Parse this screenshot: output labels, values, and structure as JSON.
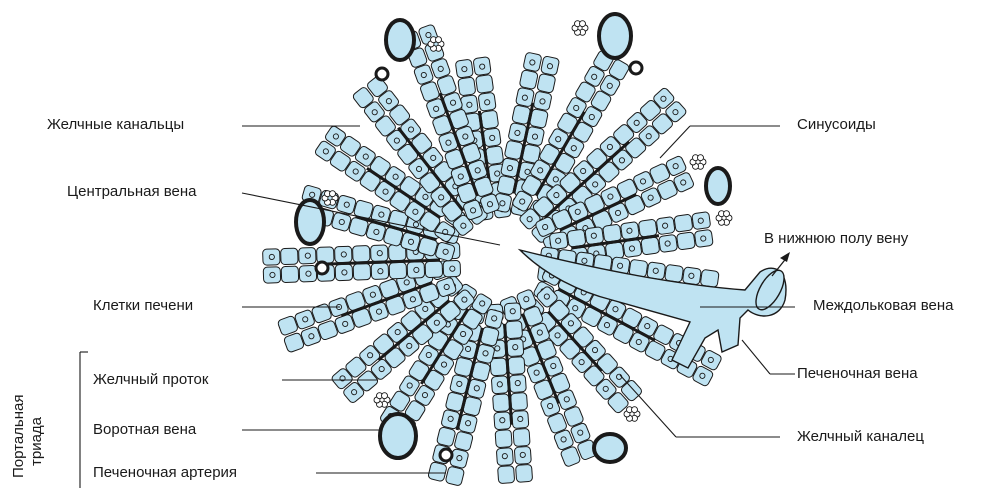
{
  "labels_left": {
    "bile_canaliculi": "Желчные канальцы",
    "central_vein": "Центральная вена",
    "liver_cells": "Клетки печени",
    "bile_duct": "Желчный проток",
    "portal_vein": "Воротная вена",
    "hepatic_artery": "Печеночная артерия"
  },
  "labels_right": {
    "sinusoids": "Синусоиды",
    "to_ivc": "В нижнюю полу вену",
    "interlobular_vein": "Междольковая вена",
    "hepatic_vein": "Печеночная вена",
    "bile_canaliculus": "Желчный каналец"
  },
  "group_label": {
    "line1": "Портальная",
    "line2": "триада"
  },
  "colors": {
    "cell_fill": "#bfe3f2",
    "outline": "#1a1a1a",
    "vessel_fill": "#bfe3f2"
  }
}
